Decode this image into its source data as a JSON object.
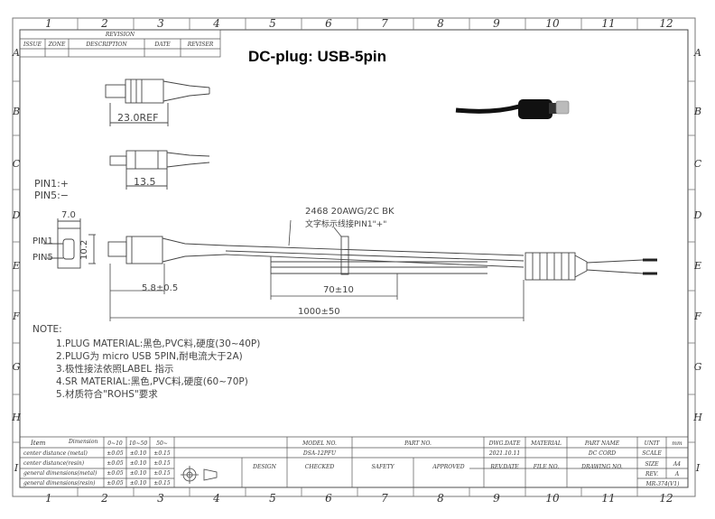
{
  "title": "DC-plug: USB-5pin",
  "columns": [
    "1",
    "2",
    "3",
    "4",
    "5",
    "6",
    "7",
    "8",
    "9",
    "10",
    "11",
    "12"
  ],
  "rows": [
    "A",
    "B",
    "C",
    "D",
    "E",
    "F",
    "G",
    "H",
    "I"
  ],
  "revision": {
    "header": "REVISION",
    "cols": [
      "ISSUE",
      "ZONE",
      "DESCRIPTION",
      "DATE",
      "REVISER"
    ]
  },
  "pins": {
    "pin1": "PIN1:+",
    "pin5": "PIN5:−",
    "pin1_label": "PIN1",
    "pin5_label": "PIN5"
  },
  "dims": {
    "ref": "23.0REF",
    "d135": "13.5",
    "d70": "7.0",
    "d102": "10.2",
    "d58": "5.8±0.5",
    "d70pm": "70±10",
    "d1000": "1000±50"
  },
  "cable": {
    "spec": "2468 20AWG/2C BK",
    "marking": "文字标示线接PIN1\"+\""
  },
  "notes": [
    "NOTE:",
    "1.PLUG MATERIAL:黑色,PVC料,硬度(30~40P)",
    "2.PLUG为 micro USB 5PIN,耐电流大于2A)",
    "3.极性接法依照LABEL 指示",
    "4.SR MATERIAL:黑色,PVC料,硬度(60~70P)",
    "5.材质符合\"ROHS\"要求"
  ],
  "tolerance": {
    "item": "Item",
    "dimension": "Dimension",
    "ranges": [
      "0~10",
      "10~50",
      "50~"
    ],
    "rows": [
      {
        "label": "center distance (metal)",
        "vals": [
          "±0.05",
          "±0.10",
          "±0.15"
        ]
      },
      {
        "label": "center distance(resin)",
        "vals": [
          "±0.05",
          "±0.10",
          "±0.15"
        ]
      },
      {
        "label": "general dimensions(metal)",
        "vals": [
          "±0.05",
          "±0.10",
          "±0.15"
        ]
      },
      {
        "label": "general dimensions(resin)",
        "vals": [
          "±0.05",
          "±0.10",
          "±0.15"
        ]
      }
    ]
  },
  "titleblock": {
    "model_no_label": "MODEL NO.",
    "model_no": "DSA-12PFU",
    "part_no_label": "PART NO.",
    "dwg_date_label": "DWG.DATE",
    "dwg_date": "2021.10.11",
    "material_label": "MATERIAL",
    "part_name_label": "PART NAME",
    "part_name": "DC CORD",
    "unit_label": "UNIT",
    "unit": "mm",
    "scale_label": "SCALE",
    "design_label": "DESIGN",
    "checked_label": "CHECKED",
    "safety_label": "SAFETY",
    "approved_label": "APPROVED",
    "rev_date_label": "REV.DATE",
    "file_no_label": "FILE NO.",
    "drawing_no_label": "DRAWING NO.",
    "size_label": "SIZE",
    "size": "A4",
    "rev_label": "REV.",
    "rev": "A",
    "form_no": "MR-374(V1)"
  }
}
